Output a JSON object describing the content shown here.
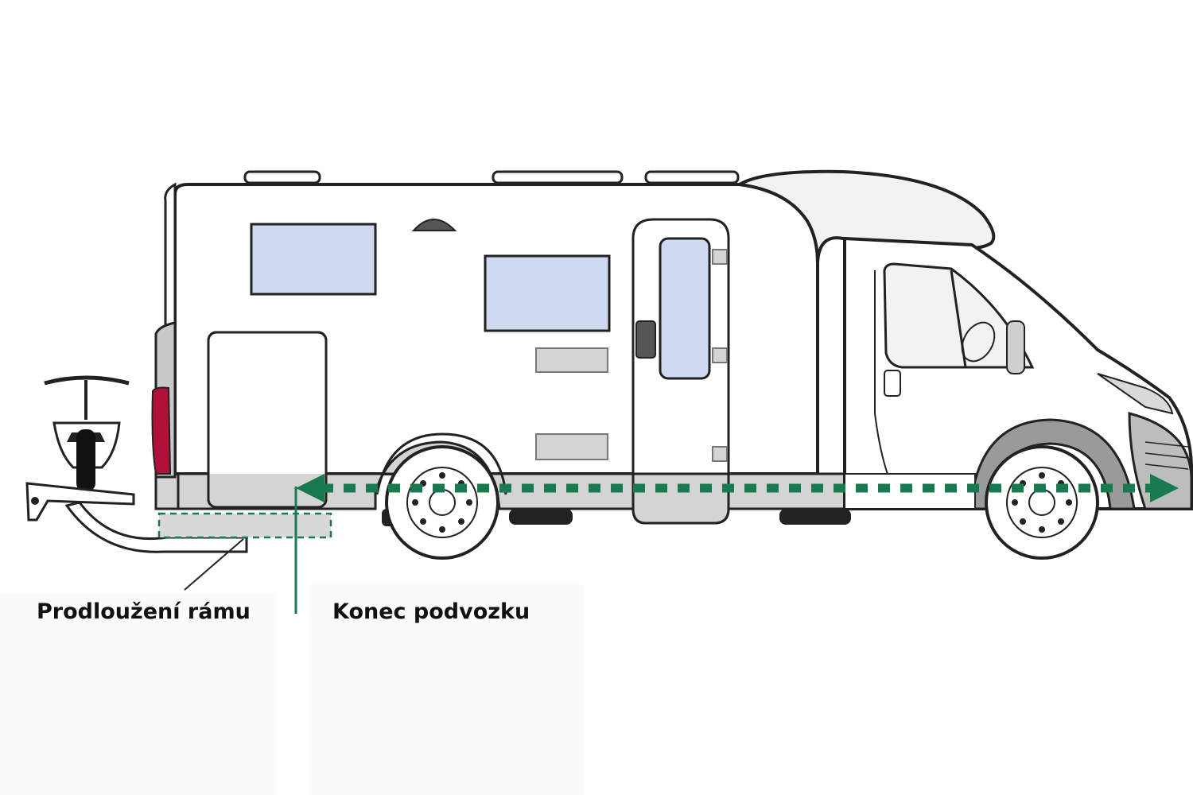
{
  "labels": {
    "frame_extension": "Prodloužení rámu",
    "chassis_end": "Konec podvozku"
  },
  "colors": {
    "arrow": "#1a7a4f",
    "window_glass": "#cfd9ef",
    "panel_gray": "#d4d4d4",
    "tail_light": "#b0103a",
    "outline": "#222222",
    "body": "#ffffff"
  },
  "icons": [
    "motorhome-illustration",
    "bike-rack-icon",
    "double-arrow-icon"
  ]
}
